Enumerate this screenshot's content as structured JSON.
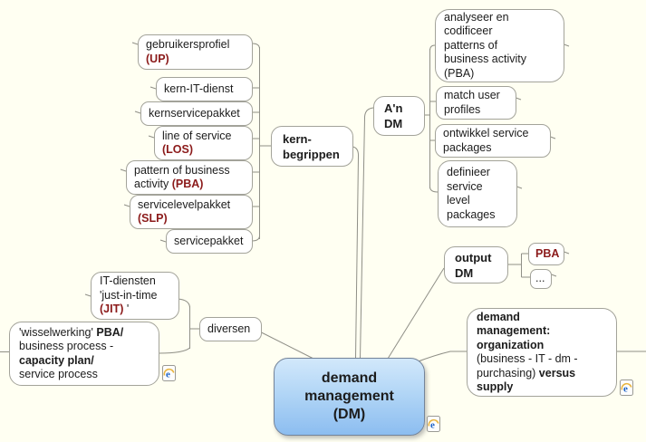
{
  "title": "demand management (DM) mind map",
  "colors": {
    "background": "#FFFFF2",
    "node_border": "#A3A39A",
    "connector": "#8F8F87",
    "accent_red": "#8B1A1A",
    "root_gradient_top": "#D2E8FB",
    "root_gradient_bottom": "#8CBDF0"
  },
  "icons": {
    "browser_link": "internet-explorer-icon"
  },
  "nodes": {
    "root": {
      "line1": "demand",
      "line2": "management",
      "line3": "(DM)"
    },
    "kb": {
      "line1": "kern-",
      "line2": "begrippen"
    },
    "up": {
      "name": "gebruikersprofiel",
      "abbr": "(UP)"
    },
    "kid": {
      "name": "kern-IT-dienst"
    },
    "ksp": {
      "name": "kernservicepakket"
    },
    "los": {
      "name": "line of service",
      "abbr": "(LOS)"
    },
    "pba": {
      "line1": "pattern of business",
      "line2_prefix": "activity ",
      "abbr": "(PBA)"
    },
    "slp": {
      "name": "servicelevelpakket",
      "abbr": "(SLP)"
    },
    "sp": {
      "name": "servicepakket"
    },
    "andm": {
      "line1": "A'n",
      "line2": "DM"
    },
    "ana": {
      "line1": "analyseer en",
      "line2": "codificeer",
      "line3": "patterns of",
      "line4": "business activity",
      "line5": "(PBA)"
    },
    "mup": {
      "line1": "match user",
      "line2": "profiles"
    },
    "osp": {
      "line1": "ontwikkel service",
      "line2": "packages"
    },
    "dslp": {
      "line1": "definieer",
      "line2": "service",
      "line3": "level",
      "line4": "packages"
    },
    "odm": {
      "line1": "output",
      "line2": "DM"
    },
    "opba": {
      "name": "PBA"
    },
    "omore": {
      "name": "..."
    },
    "org": {
      "line1": "demand",
      "line2": "management:",
      "line3": "organization",
      "line4": "(business - IT - dm -",
      "line5_normal": "purchasing) ",
      "line5_bold": "versus",
      "line6": "supply"
    },
    "div": {
      "name": "diversen"
    },
    "jit": {
      "line1": "IT-diensten",
      "line2": "'just-in-time",
      "abbr": "(JIT)",
      "line3_suffix": " '"
    },
    "ww": {
      "line1_normal": "'wisselwerking' ",
      "line1_bold": "PBA/",
      "line2": "business process -",
      "line3_bold": "capacity plan/",
      "line4": "service process"
    }
  }
}
